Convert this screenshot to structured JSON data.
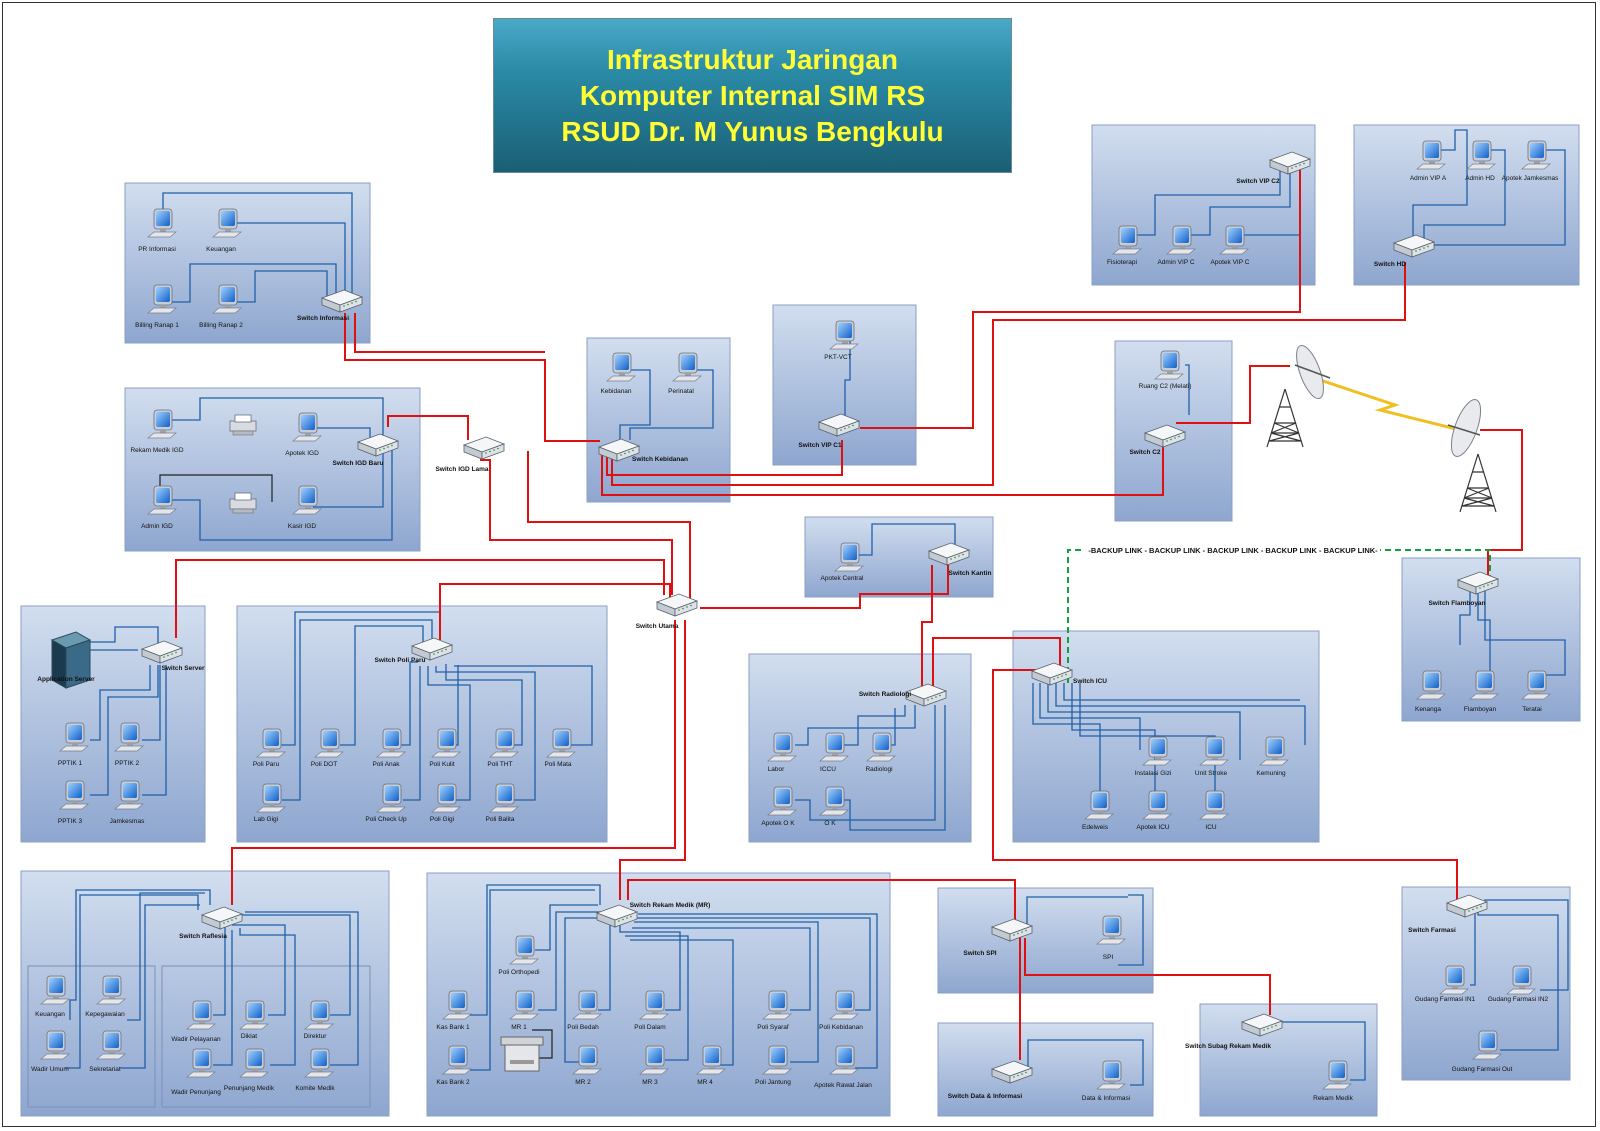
{
  "title": {
    "line1": "Infrastruktur Jaringan",
    "line2": "Komputer Internal SIM RS",
    "line3": "RSUD Dr. M Yunus Bengkulu"
  },
  "colors": {
    "panel_top": "#c9d7ec",
    "panel_bottom": "#8fa7cf",
    "blue_link": "#2060a8",
    "red_link": "#e01010",
    "backup_link": "#10a040",
    "title_text": "#ffff33"
  },
  "backup_link_label": "-BACKUP LINK - BACKUP LINK - BACKUP LINK - BACKUP LINK - BACKUP LINK-",
  "switches": {
    "informasi": "Switch Informasi",
    "igd_baru": "Switch IGD Baru",
    "igd_lama": "Switch IGD Lama",
    "kebidanan": "Switch Kebidanan",
    "vip_c1": "Switch VIP C1",
    "vip_c2": "Switch VIP C2",
    "hd": "Switch HD",
    "c2": "Switch C2",
    "kantin": "Switch Kantin",
    "utama": "Switch Utama",
    "server": "Switch Server",
    "poli_paru": "Switch Poli Paru",
    "radiologi": "Switch Radiologi",
    "icu": "Switch ICU",
    "flamboyan": "Switch Flamboyan",
    "raflesia": "Switch Raflesia",
    "rekam_medik": "Switch Rekam Medik (MR)",
    "spi": "Switch SPI",
    "data_informasi": "Switch Data & Informasi",
    "subag_rm": "Switch Subag Rekam Medik",
    "farmasi": "Switch Farmasi"
  },
  "computers": {
    "pr_informasi": "PR Informasi",
    "keuangan_1": "Keuangan",
    "billing_ranap_1": "Billing Ranap 1",
    "billing_ranap_2": "Billing Ranap 2",
    "rekam_medik_igd": "Rekam Medik IGD",
    "apotek_igd": "Apotek IGD",
    "admin_igd": "Admin IGD",
    "kasir_igd": "Kasir IGD",
    "kebidanan": "Kebidanan",
    "perinatal": "Perinatal",
    "pkt_vct": "PKT-VCT",
    "fisioterapi": "Fisioterapi",
    "admin_vip_c": "Admin VIP C",
    "apotek_vip_c": "Apotek VIP C",
    "admin_vip_a": "Admin VIP A",
    "admin_hd": "Admin HD",
    "apotek_jamkesmas": "Apotek Jamkesmas",
    "ruang_c2": "Ruang C2 (Melati)",
    "apotek_central": "Apotek Central",
    "application_server": "Application Server",
    "pptik_1": "PPTIK 1",
    "pptik_2": "PPTIK 2",
    "pptik_3": "PPTIK 3",
    "jamkesmas": "Jamkesmas",
    "poli_paru": "Poli Paru",
    "poli_dot": "Poli DOT",
    "poli_anak": "Poli Anak",
    "poli_kulit": "Poli Kulit",
    "poli_tht": "Poli THT",
    "poli_mata": "Poli Mata",
    "lab_gigi": "Lab Gigi",
    "poli_check_up": "Poli Check Up",
    "poli_gigi": "Poli Gigi",
    "poli_balita": "Poli Balita",
    "labor": "Labor",
    "iccu": "ICCU",
    "radiologi": "Radiologi",
    "apotek_ok": "Apotek O K",
    "ok": "O K",
    "instalasi_gizi": "Instalasi Gizi",
    "unit_stroke": "Unit Stroke",
    "kemuning": "Kemuning",
    "edelweis": "Edelweis",
    "apotek_icu": "Apotek ICU",
    "icu": "ICU",
    "kenanga": "Kenanga",
    "flamboyan": "Flamboyan",
    "teratai": "Teratai",
    "keuangan_2": "Keuangan",
    "kepegawaian": "Kepegawaian",
    "wadir_umum": "Wadir Umum",
    "sekretariat": "Sekretariat",
    "wadir_pelayanan": "Wadir Pelayanan",
    "diklat": "Diklat",
    "direktur": "Direktur",
    "wadir_penunjang": "Wadir Penunjang",
    "penunjang_medik": "Penunjang Medik",
    "komite_medik": "Komite Medik",
    "poli_orthopedi": "Poli Orthopedi",
    "kas_bank_1": "Kas Bank 1",
    "mr_1": "MR 1",
    "poli_bedah": "Poli Bedah",
    "poli_dalam": "Poli Dalam",
    "poli_syaraf": "Poli Syaraf",
    "poli_kebidanan": "Poli Kebidanan",
    "kas_bank_2": "Kas Bank 2",
    "mr_2": "MR 2",
    "mr_3": "MR 3",
    "mr_4": "MR 4",
    "poli_jantung": "Poli Jantung",
    "apotek_rawat_jalan": "Apotek Rawat Jalan",
    "spi": "SPI",
    "data_informasi": "Data & Informasi",
    "rekam_medik": "Rekam Medik",
    "gudang_farmasi_in1": "Gudang Farmasi IN1",
    "gudang_farmasi_in2": "Gudang Farmasi IN2",
    "gudang_farmasi_out": "Gudang Farmasi Out"
  }
}
